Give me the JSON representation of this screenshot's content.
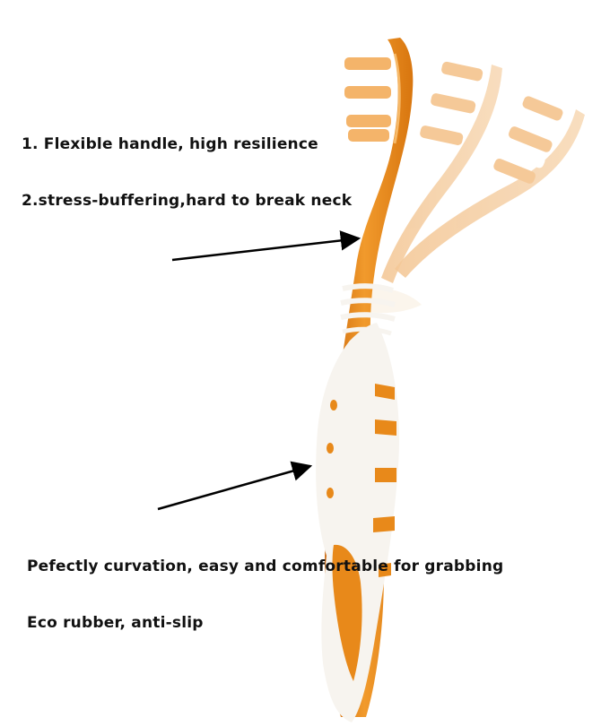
{
  "features": {
    "flexible_handle": "1. Flexible handle, high resilience",
    "neck": "2.stress-buffering,hard to break neck",
    "curvation": "Pefectly curvation, easy and comfortable for grabbing",
    "rubber": "Eco rubber, anti-slip"
  },
  "colors": {
    "handle_orange": "#E8891A",
    "handle_dark": "#C9650A",
    "grip_white": "#F7F4EF",
    "bristle_orange": "#F4B46A",
    "ghost_orange": "#F3C592",
    "arrow": "#000000"
  }
}
